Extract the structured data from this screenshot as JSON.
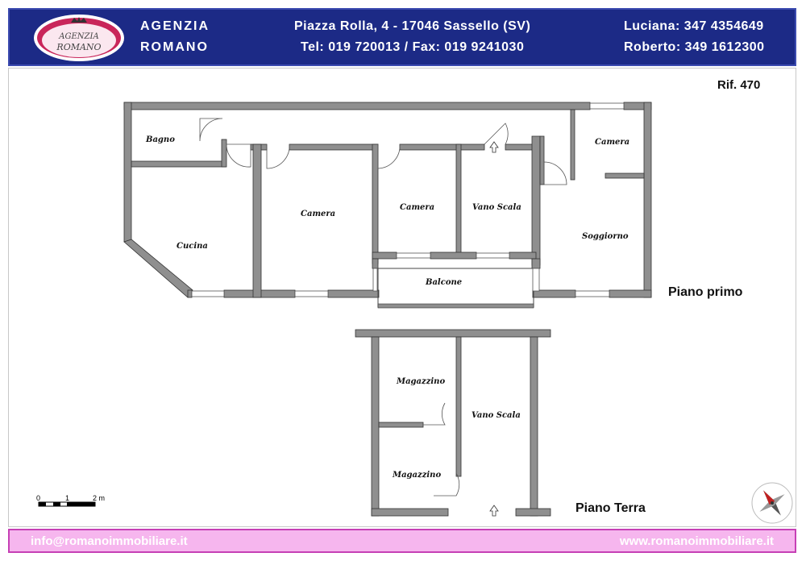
{
  "header": {
    "logo_text_top": "AGENZIA",
    "logo_text_bottom": "ROMANO",
    "agency_line1": "AGENZIA",
    "agency_line2": "ROMANO",
    "address": "Piazza Rolla, 4 - 17046 Sassello (SV)",
    "phone_fax": "Tel: 019 720013 / Fax: 019 9241030",
    "contact1": "Luciana: 347 4354649",
    "contact2": "Roberto: 349 1612300"
  },
  "plan": {
    "reference": "Rif. 470",
    "upper_floor_label": "Piano primo",
    "ground_floor_label": "Piano Terra",
    "rooms_upper": {
      "bagno": "Bagno",
      "cucina": "Cucina",
      "camera1": "Camera",
      "camera2": "Camera",
      "vano_scala": "Vano Scala",
      "balcone": "Balcone",
      "camera3": "Camera",
      "soggiorno": "Soggiorno"
    },
    "rooms_ground": {
      "magazzino1": "Magazzino",
      "magazzino2": "Magazzino",
      "vano_scala": "Vano Scala"
    },
    "scale": {
      "tick0": "0",
      "tick1": "1",
      "tick2": "2 m"
    }
  },
  "footer": {
    "email": "info@romanoimmobiliare.it",
    "website": "www.romanoimmobiliare.it"
  },
  "colors": {
    "header_bg": "#1c2a86",
    "footer_bg": "#f6b6ee",
    "footer_border": "#c640b5",
    "wall": "#8f8f8f"
  }
}
